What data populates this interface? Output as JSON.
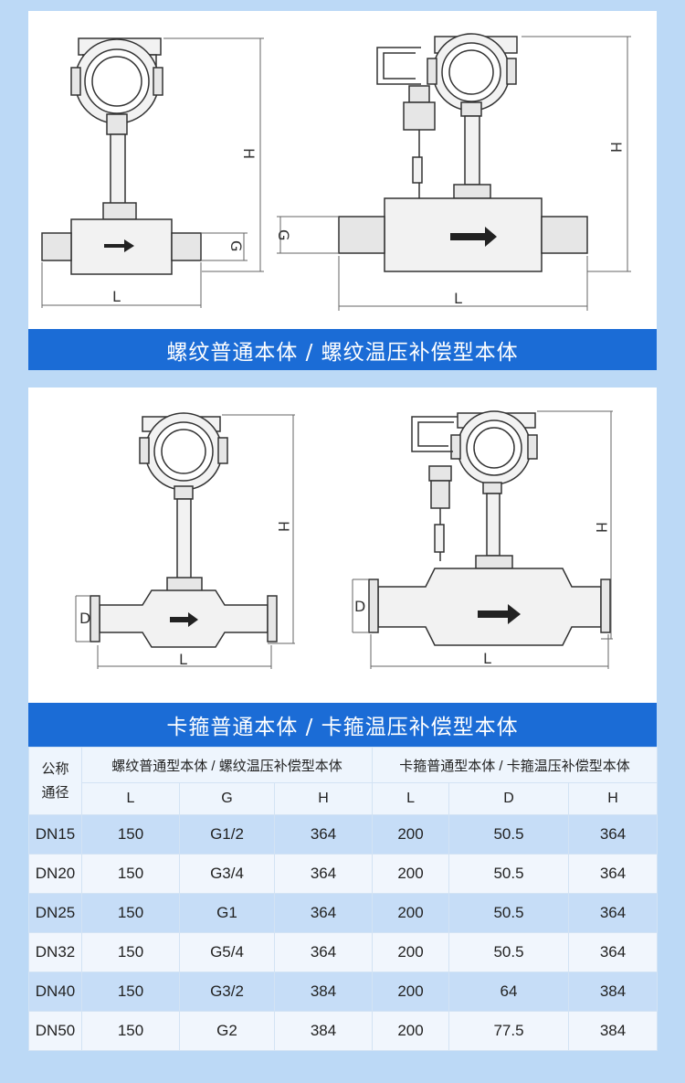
{
  "banners": {
    "threaded": "螺纹普通本体 / 螺纹温压补偿型本体",
    "clamp": "卡箍普通本体 / 卡箍温压补偿型本体"
  },
  "dimension_labels": {
    "L": "L",
    "G": "G",
    "H": "H",
    "D": "D"
  },
  "table": {
    "nominal_header": [
      "公称",
      "通径"
    ],
    "group_threaded": "螺纹普通型本体 / 螺纹温压补偿型本体",
    "group_clamp": "卡箍普通型本体 / 卡箍温压补偿型本体",
    "sub_threaded": [
      "L",
      "G",
      "H"
    ],
    "sub_clamp": [
      "L",
      "D",
      "H"
    ],
    "rows": [
      [
        "DN15",
        "150",
        "G1/2",
        "364",
        "200",
        "50.5",
        "364"
      ],
      [
        "DN20",
        "150",
        "G3/4",
        "364",
        "200",
        "50.5",
        "364"
      ],
      [
        "DN25",
        "150",
        "G1",
        "364",
        "200",
        "50.5",
        "364"
      ],
      [
        "DN32",
        "150",
        "G5/4",
        "364",
        "200",
        "50.5",
        "364"
      ],
      [
        "DN40",
        "150",
        "G3/2",
        "384",
        "200",
        "64",
        "384"
      ],
      [
        "DN50",
        "150",
        "G2",
        "384",
        "200",
        "77.5",
        "384"
      ]
    ]
  },
  "colors": {
    "page_background": "#bcd9f6",
    "banner": "#1b6cd6",
    "row_highlight": "#c6ddf7"
  }
}
